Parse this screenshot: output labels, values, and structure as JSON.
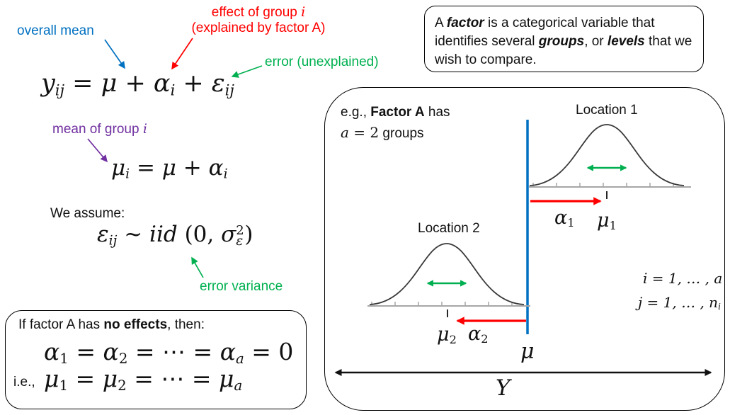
{
  "colors": {
    "blue": "#0070C0",
    "red": "#FF0000",
    "green": "#00B050",
    "purple": "#7030A0",
    "black": "#111111",
    "axis_gray": "#A6A6A6",
    "curve": "#383838"
  },
  "annotations": {
    "overall_mean": "overall mean",
    "effect_line1_pre": "effect of group ",
    "effect_line1_var": "i",
    "effect_line2": "(explained by factor A)",
    "error_unexplained": "error (unexplained)",
    "mean_of_group_pre": "mean of group ",
    "mean_of_group_var": "i",
    "we_assume": "We assume:",
    "error_variance": "error variance"
  },
  "formulas": {
    "model": {
      "p0": "y",
      "p1": "ij",
      "p2": " = ",
      "p3": "μ",
      "p4": " + ",
      "p5": "α",
      "p6": "i",
      "p7": " + ",
      "p8": "ε",
      "p9": "ij"
    },
    "group_mean": {
      "p0": "μ",
      "p1": "i",
      "p2": " = ",
      "p3": "μ",
      "p4": " + ",
      "p5": "α",
      "p6": "i"
    },
    "assumption": {
      "p0": "ε",
      "p1": "ij",
      "p2": " ~ ",
      "p3": "iid",
      "p4": " (0, ",
      "p5": "σ",
      "p6_sup": "2",
      "p6_sub": "ε",
      "p7": ")"
    }
  },
  "no_effects_box": {
    "line1_pre": "If factor A has ",
    "line1_bold": "no effects",
    "line1_post": ", then:",
    "alpha_eq": {
      "p0": "α",
      "p1": "1",
      "p2": " = ",
      "p3": "α",
      "p4": "2",
      "p5": " = ⋯ = ",
      "p6": "α",
      "p7": "a",
      "p8": " = 0"
    },
    "ie_label": "i.e.,",
    "mu_eq": {
      "p0": "μ",
      "p1": "1",
      "p2": " = ",
      "p3": "μ",
      "p4": "2",
      "p5": " = ⋯ = ",
      "p6": "μ",
      "p7": "a"
    }
  },
  "factor_box": {
    "t1": "A ",
    "b1": "factor",
    "t2": " is a categorical variable that identifies several ",
    "b2": "groups",
    "t3": ", or ",
    "b3": "levels",
    "t4": " that we wish to compare."
  },
  "diagram": {
    "example_pre": "e.g., ",
    "example_bold": "Factor A",
    "example_post": " has",
    "example_var": "a",
    "example_eq": " = 2",
    "example_groups": " groups",
    "location1": "Location 1",
    "location2": "Location 2",
    "alpha1": {
      "t": "α",
      "s": "1"
    },
    "mu1": {
      "t": "μ",
      "s": "1"
    },
    "mu2": {
      "t": "μ",
      "s": "2"
    },
    "alpha2": {
      "t": "α",
      "s": "2"
    },
    "mu": "μ",
    "index_i": "i = 1, … , a",
    "index_j_pre": "j = 1, … , n",
    "index_j_sub": "i",
    "y_axis": "Y"
  }
}
